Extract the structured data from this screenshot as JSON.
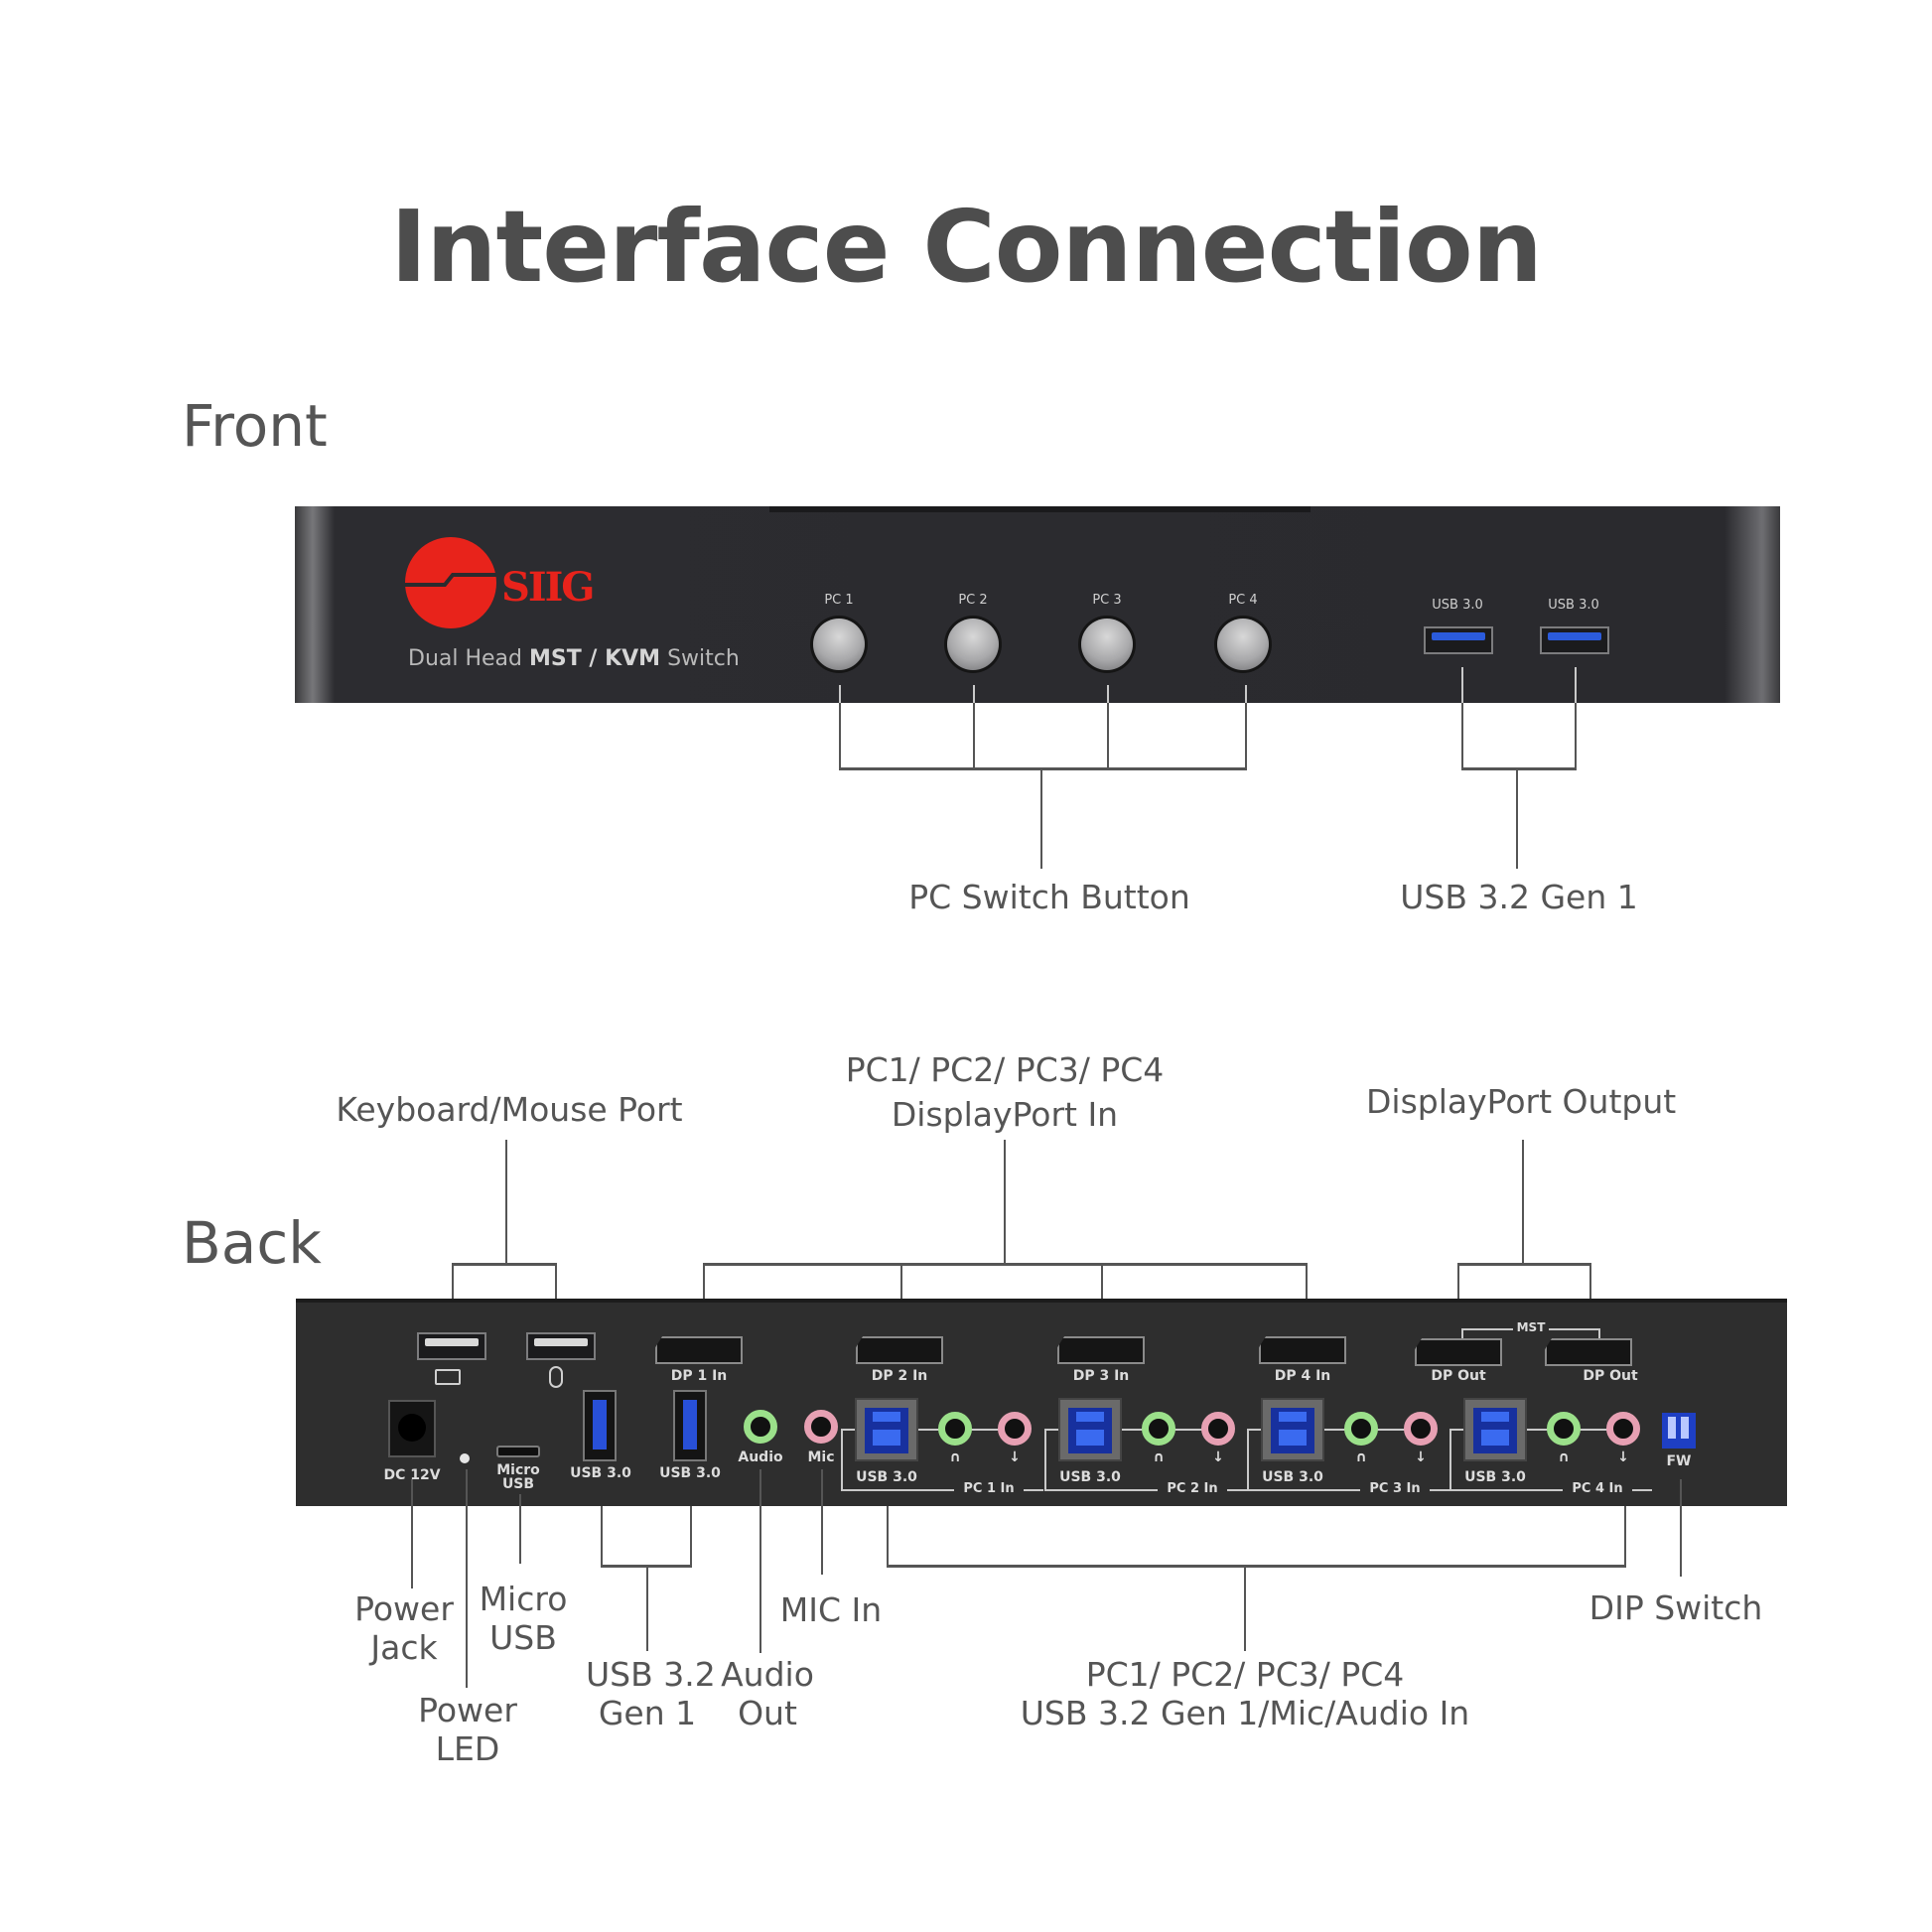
{
  "title": "Interface Connection",
  "front": {
    "section_label": "Front",
    "brand": "SIIG",
    "tagline_prefix": "Dual Head ",
    "tagline_bold": "MST / KVM",
    "tagline_suffix": " Switch",
    "buttons": [
      {
        "label": "PC 1"
      },
      {
        "label": "PC 2"
      },
      {
        "label": "PC 3"
      },
      {
        "label": "PC 4"
      }
    ],
    "usb_ports": [
      {
        "label": "USB 3.0"
      },
      {
        "label": "USB 3.0"
      }
    ],
    "callouts": {
      "pc_switch": "PC Switch Button",
      "usb": "USB 3.2 Gen 1"
    }
  },
  "back": {
    "section_label": "Back",
    "ports": {
      "dc": "DC 12V",
      "micro_usb": "Micro\nUSB",
      "micro_usb_l1": "Micro",
      "micro_usb_l2": "USB",
      "usb_a": [
        "USB 3.0",
        "USB 3.0"
      ],
      "audio": "Audio",
      "mic": "Mic",
      "dp_in": [
        "DP 1 In",
        "DP 2 In",
        "DP 3 In",
        "DP 4 In"
      ],
      "dp_out": [
        "DP Out",
        "DP Out"
      ],
      "mst": "MST",
      "usb_b": [
        "USB 3.0",
        "USB 3.0",
        "USB 3.0",
        "USB 3.0"
      ],
      "pc_in": [
        "PC 1 In",
        "PC 2 In",
        "PC 3 In",
        "PC 4 In"
      ],
      "fw": "FW"
    },
    "callouts_top": {
      "keyboard_mouse": "Keyboard/Mouse Port",
      "dp_in_line1": "PC1/ PC2/ PC3/ PC4",
      "dp_in_line2": "DisplayPort In",
      "dp_out": "DisplayPort Output"
    },
    "callouts_bottom": {
      "power_jack_1": "Power",
      "power_jack_2": "Jack",
      "micro_usb_1": "Micro",
      "micro_usb_2": "USB",
      "power_led_1": "Power",
      "power_led_2": "LED",
      "usb_1": "USB 3.2",
      "usb_2": "Gen 1",
      "audio_out_1": "Audio",
      "audio_out_2": "Out",
      "mic_in": "MIC In",
      "pc_in_1": "PC1/ PC2/ PC3/ PC4",
      "pc_in_2": "USB 3.2 Gen 1/Mic/Audio In",
      "dip": "DIP Switch"
    }
  },
  "colors": {
    "brand_red": "#e8231b",
    "usb_blue": "#2b5bdc",
    "audio_green": "#9be08a",
    "mic_pink": "#e7a0b3",
    "panel": "#2b2b2e",
    "text": "#555555"
  }
}
